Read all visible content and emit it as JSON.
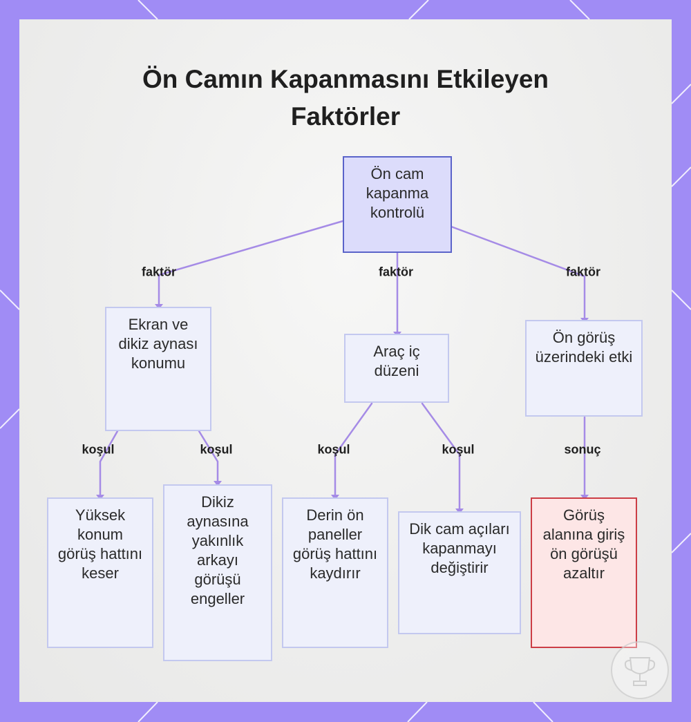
{
  "title": {
    "line1": "Ön Camın Kapanmasını Etkileyen",
    "line2": "Faktörler"
  },
  "nodes": {
    "root": "Ön cam kapanma kontrolü",
    "mirror": "Ekran ve dikiz aynası konumu",
    "interior": "Araç iç düzeni",
    "forward": "Ön görüş üzerindeki etki",
    "high": "Yüksek konum görüş hattını keser",
    "near": "Dikiz aynasına yakınlık arkayı görüşü engeller",
    "deep": "Derin ön paneller görüş hattını kaydırır",
    "steep": "Dik cam açıları kapanmayı değiştirir",
    "entry": "Görüş alanına giriş ön görüşü azaltır"
  },
  "edges": {
    "factor": "faktör",
    "condition": "koşul",
    "result": "sonuç"
  },
  "colors": {
    "frame": "#a08cf5",
    "edge": "#a58be6",
    "root_border": "#5a63c9",
    "result_border": "#cc3d45"
  }
}
